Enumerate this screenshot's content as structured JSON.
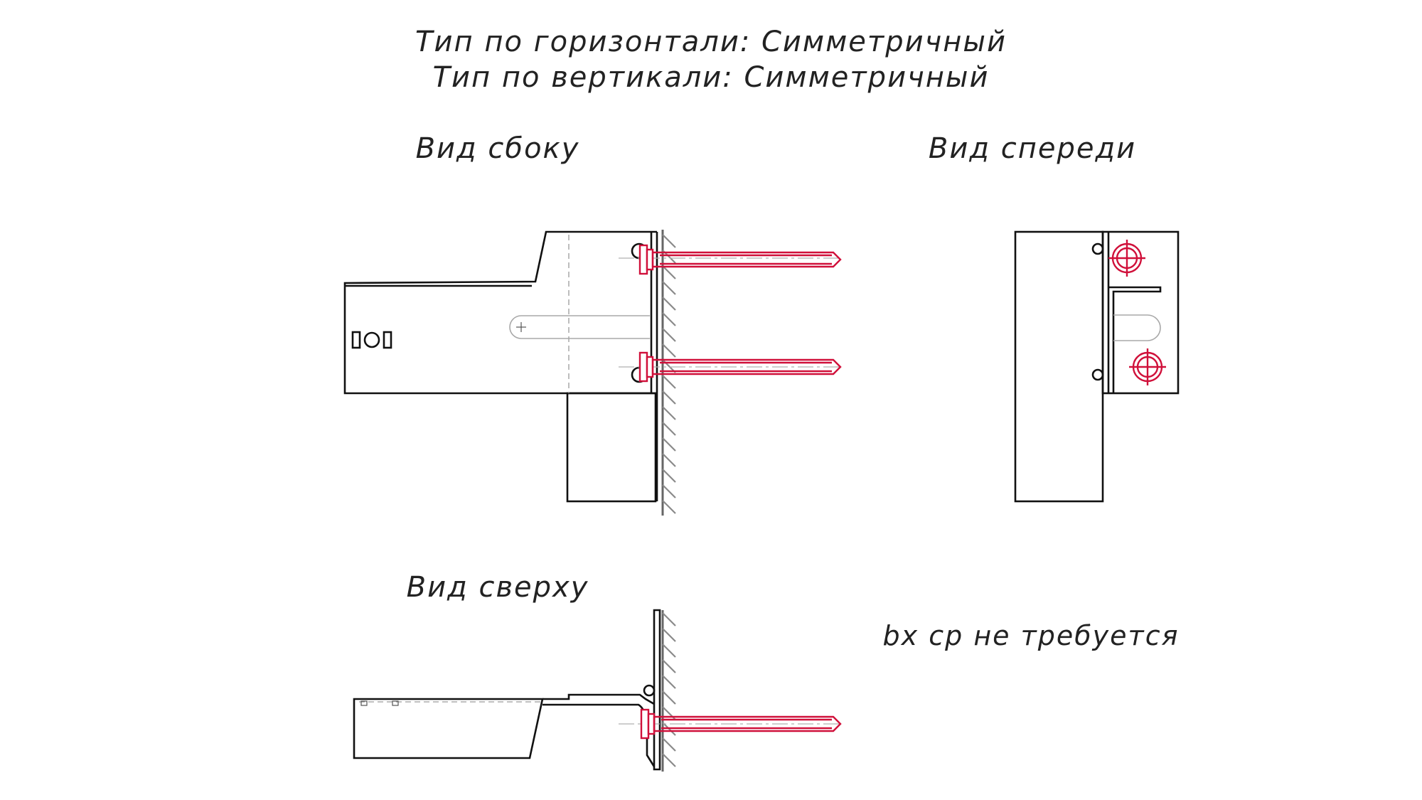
{
  "titles": {
    "horizontal_type": "Тип по горизонтали: Симметричный",
    "vertical_type": "Тип по вертикали: Симметричный"
  },
  "views": {
    "side": "Вид сбоку",
    "front": "Вид спереди",
    "top": "Вид сверху"
  },
  "note": "bx cp не требуется",
  "colors": {
    "outline": "#111111",
    "anchor": "#d0103a",
    "hidden_line": "#9a9a9a",
    "wall_hatch": "#8a8a8a"
  }
}
